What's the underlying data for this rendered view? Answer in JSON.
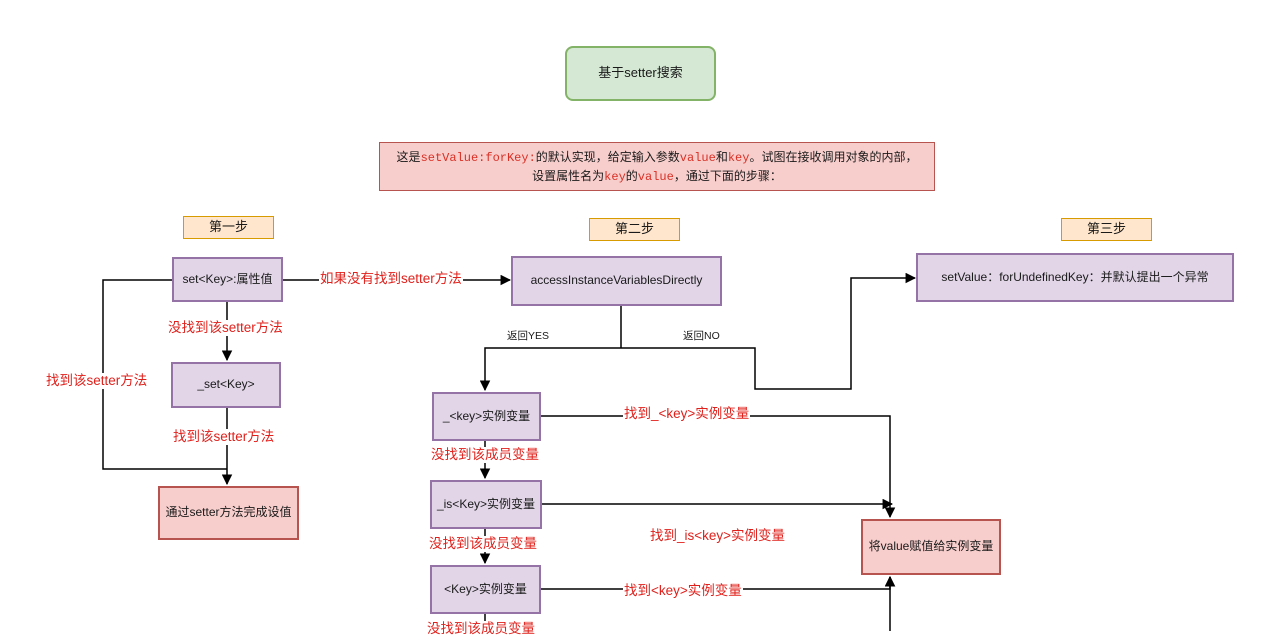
{
  "title": "基于setter搜索",
  "intro": {
    "p1": "这是",
    "c1": "setValue:forKey:",
    "p2": "的默认实现，给定输入参数",
    "c2": "value",
    "p3": "和",
    "c3": "key",
    "p4": "。试图在接收调用对象的内部，",
    "p5": "设置属性名为",
    "c4": "key",
    "p6": "的",
    "c5": "value",
    "p7": "，通过下面的步骤："
  },
  "steps": {
    "step1": "第一步",
    "step2": "第二步",
    "step3": "第三步"
  },
  "nodes": {
    "set_key": "set<Key>:属性值",
    "underscore_set_key": "_set<Key>",
    "setter_complete": "通过setter方法完成设值",
    "access_directly": "accessInstanceVariablesDirectly",
    "undefined_key": "setValue：forUndefinedKey：并默认提出一个异常",
    "ivar_underscore_key": "_<key>实例变量",
    "ivar_underscore_is_key": "_is<Key>实例变量",
    "ivar_key": "<Key>实例变量",
    "assign_ivar": "将value赋值给实例变量"
  },
  "edge_labels": {
    "no_setter_found": "如果没有找到setter方法",
    "not_found_setter": "没找到该setter方法",
    "found_setter_left": "找到该setter方法",
    "found_setter_below": "找到该setter方法",
    "return_yes": "返回YES",
    "return_no": "返回NO",
    "found_underscore_key": "找到_<key>实例变量",
    "not_found_member_1": "没找到该成员变量",
    "found_underscore_is_key": "找到_is<key>实例变量",
    "not_found_member_2": "没找到该成员变量",
    "found_key": "找到<key>实例变量",
    "not_found_member_3": "没找到该成员变量"
  }
}
